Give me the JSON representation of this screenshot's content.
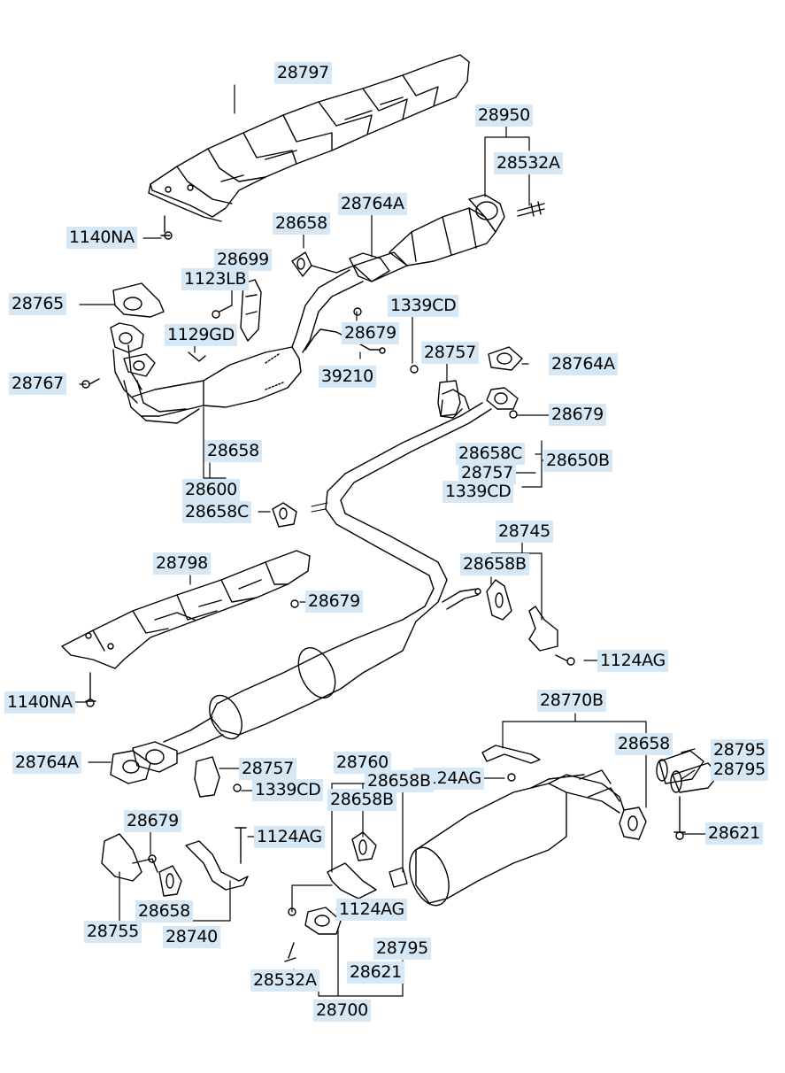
{
  "colors": {
    "label_bg": "#d6e8f5",
    "line": "#000000",
    "paper": "#ffffff"
  },
  "parts": {
    "p28797": "28797",
    "p28950": "28950",
    "p28532A_top": "28532A",
    "p28764A_top": "28764A",
    "p28658_top": "28658",
    "p1140NA_top": "1140NA",
    "p28699": "28699",
    "p1123LB": "1123LB",
    "p28765": "28765",
    "p1129GD": "1129GD",
    "p1339CD_mid": "1339CD",
    "p28679_a": "28679",
    "p39210": "39210",
    "p28767": "28767",
    "p28757_a": "28757",
    "p28764A_mid": "28764A",
    "p28679_b": "28679",
    "p28658_mid": "28658",
    "p28658C_r": "28658C",
    "p28650B": "28650B",
    "p28757_b": "28757",
    "p1339CD_r": "1339CD",
    "p28600": "28600",
    "p28658C_l": "28658C",
    "p28745": "28745",
    "p28658B_r": "28658B",
    "p28798": "28798",
    "p28679_c": "28679",
    "p1124AG_a": "1124AG",
    "p1140NA_bot": "1140NA",
    "p28770B": "28770B",
    "p28658_r": "28658",
    "p28795_a": "28795",
    "p28795_b": "28795",
    "p28764A_bot": "28764A",
    "p28757_c": "28757",
    "p28760": "28760",
    "p1124AG_b": "1124AG",
    "p28658B_a": "28658B",
    "p1339CD_bot": "1339CD",
    "p28658B_b": "28658B",
    "p28679_d": "28679",
    "p1124AG_c": "1124AG",
    "p28621_r": "28621",
    "p1124AG_d": "1124AG",
    "p28658_bot": "28658",
    "p28755": "28755",
    "p28740": "28740",
    "p28795_c": "28795",
    "p28532A_bot": "28532A",
    "p28621_bot": "28621",
    "p28700": "28700"
  }
}
